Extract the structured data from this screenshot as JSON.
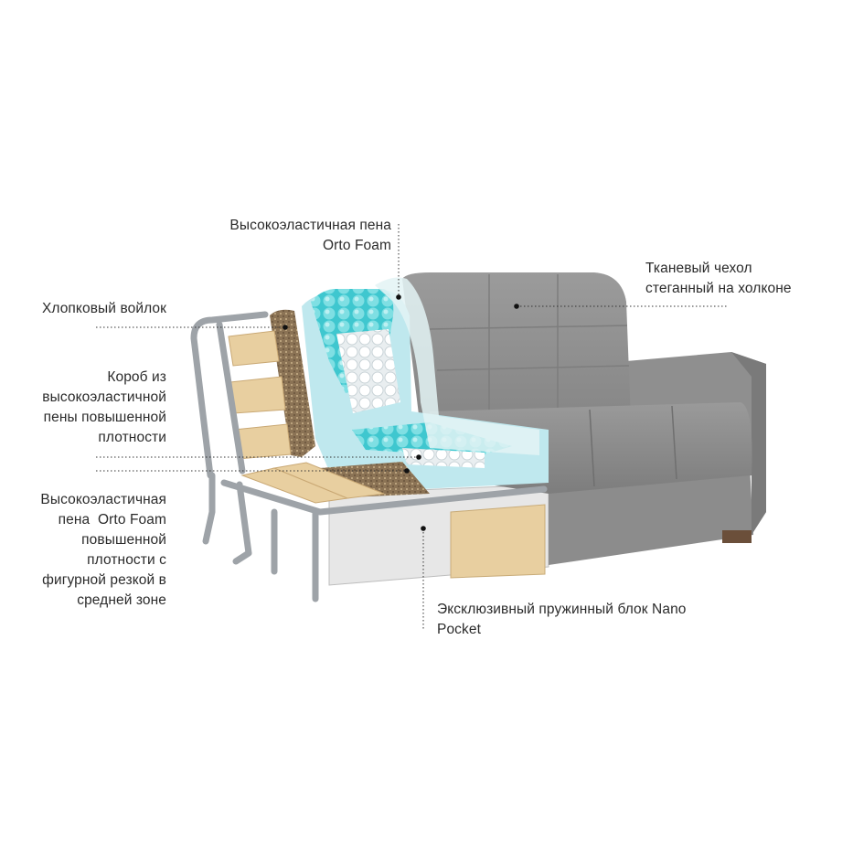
{
  "diagram": {
    "labels": {
      "high_elastic_foam": [
        "Высокоэластичная пена",
        "Orto Foam"
      ],
      "fabric_cover": [
        "Тканевый чехол",
        "стеганный на холконе"
      ],
      "cotton_felt": [
        "Хлопковый войлок"
      ],
      "box": [
        "Короб из",
        "высокоэластичной",
        "пены повышенной",
        "плотности"
      ],
      "high_elastic_foam_shaped": [
        "Высокоэластичная",
        "пена  Orto Foam",
        "повышенной",
        "плотности с",
        "фигурной резкой в",
        "средней зоне"
      ],
      "spring_block": [
        "Эксклюзивный пружинный блок Nano",
        "Pocket"
      ]
    },
    "colors": {
      "upholstery": "#8f8f8f",
      "upholstery_dark": "#7a7a7a",
      "foam_turquoise": "#3fc7cf",
      "foam_light_blue": "#bfe8ee",
      "springs_white": "#f2f4f5",
      "felt_brown": "#8b7355",
      "wood": "#e8cfa0",
      "metal_frame": "#9ea3a8",
      "leader_line": "#333333"
    }
  }
}
